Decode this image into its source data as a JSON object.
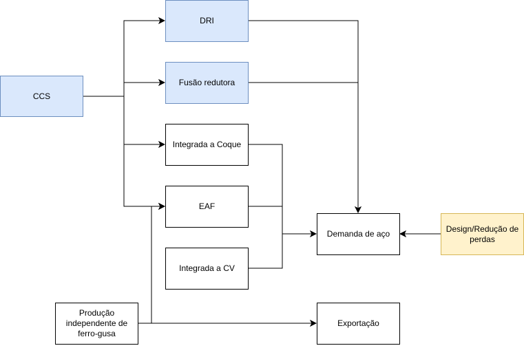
{
  "nodes": {
    "ccs": "CCS",
    "dri": "DRI",
    "fusao": "Fusão redutora",
    "coque": "Integrada a Coque",
    "eaf": "EAF",
    "cv": "Integrada a CV",
    "demanda": "Demanda de aço",
    "design": "Design/Redução de perdas",
    "producao": "Produção independente de ferro-gusa",
    "exportacao": "Exportação"
  },
  "colors": {
    "blue_fill": "#dae8fc",
    "blue_stroke": "#6c8ebf",
    "yellow_fill": "#fff2cc",
    "yellow_stroke": "#d6b656"
  }
}
